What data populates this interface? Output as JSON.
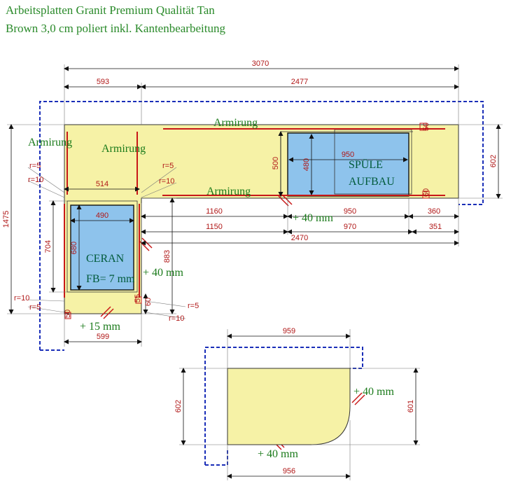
{
  "title": {
    "line1": "Arbeitsplatten Granit Premium Qualität Tan",
    "line2": "Brown 3,0 cm poliert inkl. Kantenbearbeitung"
  },
  "dimensions": {
    "overall_width": "3070",
    "left_width": "593",
    "right_width": "2477",
    "left_depth_total": "1475",
    "right_depth": "602",
    "sink_cut_depth": "500",
    "sink_inner_depth": "480",
    "sink_inner_width": "950",
    "left_arm_width": "514",
    "cooktop_width": "490",
    "cooktop_outer_depth": "704",
    "cooktop_inner_depth": "680",
    "left_arm_depth": "883",
    "front_dim_1160": "1160",
    "front_dim_1150": "1150",
    "front_dim_950": "950",
    "front_dim_970": "970",
    "front_dim_360": "360",
    "front_dim_351": "351",
    "front_dim_2470": "2470",
    "left_bottom_width": "599",
    "small_dim_50_a": "50",
    "small_dim_50_b": "50",
    "small_dim_60": "60",
    "small_dim_60_b": "60",
    "small_dim_55": "55",
    "second_top_width": "959",
    "second_bottom_width": "956",
    "second_left_depth": "602",
    "second_right_depth": "601"
  },
  "radii": {
    "r5_a": "r=5",
    "r10_a": "r=10",
    "r5_b": "r=5",
    "r10_b": "r=10",
    "r10_c": "r=10",
    "r5_c": "r=5",
    "r5_d": "r=5",
    "r10_d": "r=10"
  },
  "labels": {
    "armirung_1": "Armirung",
    "armirung_2": "Armirung",
    "armirung_3": "Armirung",
    "armirung_4": "Armirung",
    "sink_line1": "SPÜLE",
    "sink_line2": "AUFBAU",
    "ceran_line1": "CERAN",
    "ceran_line2": "FB= 7 mm",
    "edge_40_a": "+ 40 mm",
    "edge_40_b": "+ 40 mm",
    "edge_15": "+ 15 mm",
    "edge_40_c": "+ 40 mm",
    "edge_40_d": "+ 40 mm"
  },
  "colors": {
    "countertop": "#f6f2a6",
    "cutout": "#8ec3ec",
    "wall_line": "#1a2eb8",
    "dimension_text": "#b01818",
    "label_text": "#1a7a1a"
  }
}
